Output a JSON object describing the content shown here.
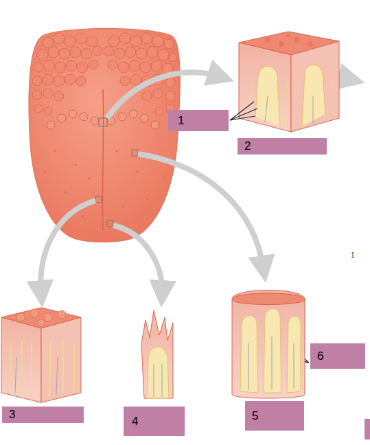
{
  "diagram": {
    "nodes": [
      {
        "text": [
          "1"
        ]
      },
      {
        "text": [
          "2"
        ]
      },
      {
        "text": [
          "6"
        ]
      },
      {
        "text": [
          "3"
        ]
      },
      {
        "text": [
          "4"
        ]
      },
      {
        "text": [
          "5"
        ]
      }
    ],
    "labels": [
      "1"
    ]
  }
}
